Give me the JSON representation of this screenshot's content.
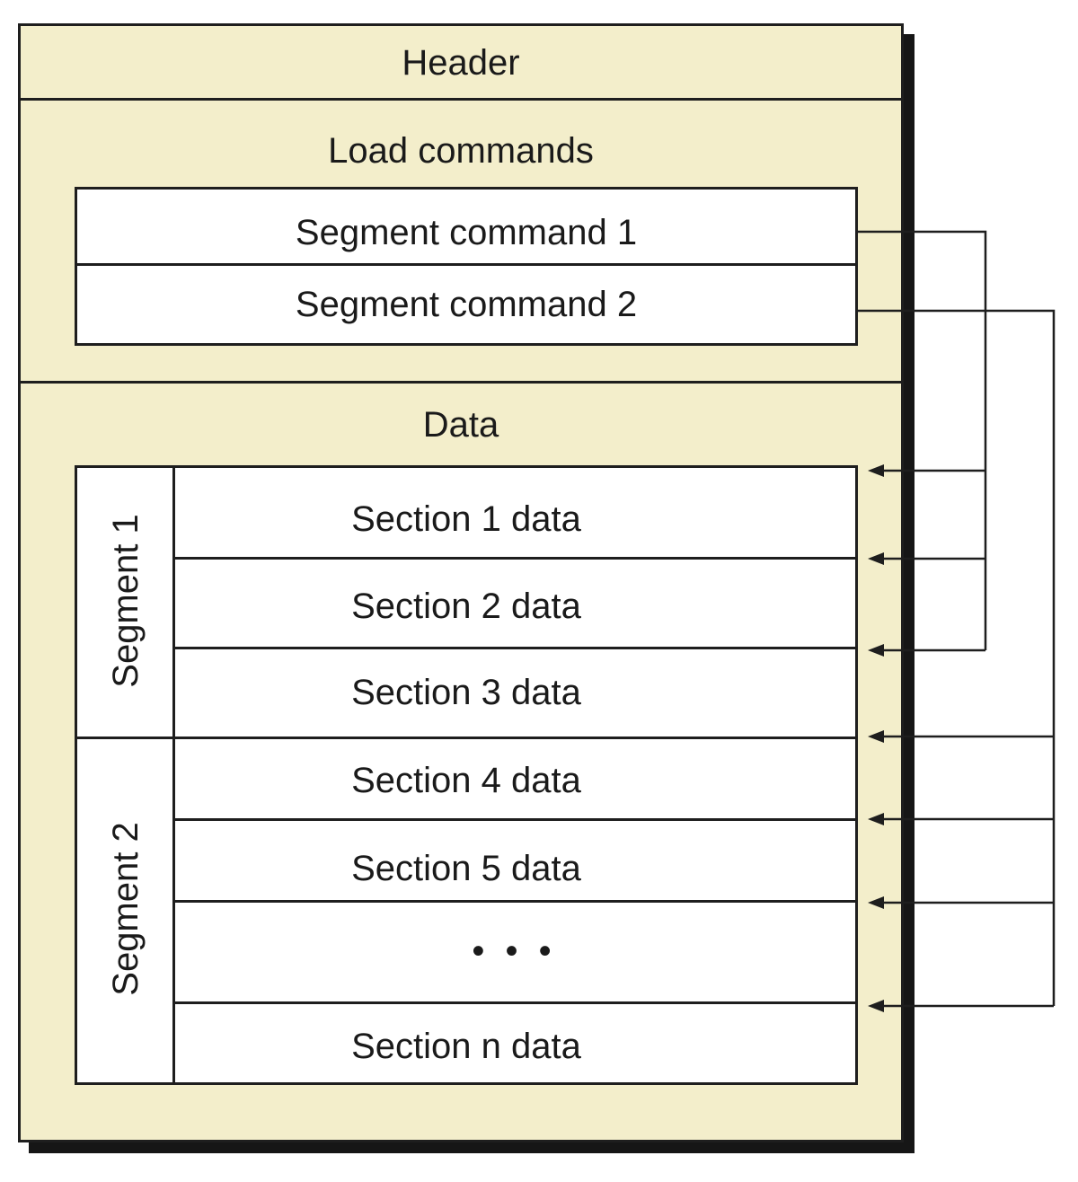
{
  "header": {
    "label": "Header"
  },
  "load_commands": {
    "label": "Load commands",
    "segment_commands": [
      {
        "label": "Segment command 1"
      },
      {
        "label": "Segment command 2"
      }
    ]
  },
  "data": {
    "label": "Data",
    "segments": [
      {
        "label": "Segment  1"
      },
      {
        "label": "Segment  2"
      }
    ],
    "sections": [
      {
        "label": "Section 1 data"
      },
      {
        "label": "Section 2 data"
      },
      {
        "label": "Section 3 data"
      },
      {
        "label": "Section 4 data"
      },
      {
        "label": "Section 5 data"
      },
      {
        "label": "Section n data"
      }
    ],
    "ellipsis": "• • •"
  },
  "colors": {
    "panel_fill": "#f3eecb",
    "box_fill": "#ffffff",
    "stroke": "#1e1e1e"
  }
}
